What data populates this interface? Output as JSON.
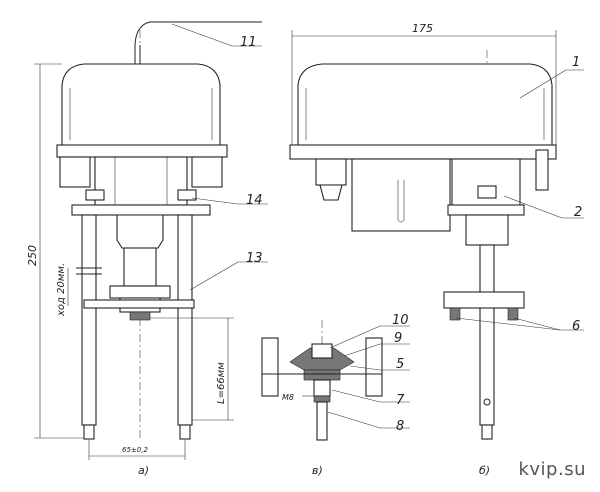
{
  "labels": {
    "part_1": "1",
    "part_2": "2",
    "part_5": "5",
    "part_6": "6",
    "part_7": "7",
    "part_8": "8",
    "part_9": "9",
    "part_10": "10",
    "part_11": "11",
    "part_13": "13",
    "part_14": "14"
  },
  "dimensions": {
    "total_height": "250",
    "width": "175",
    "stroke": "ход 20мм.",
    "length": "L=66мм",
    "spacing": "65±0,2",
    "thread": "M8"
  },
  "views": {
    "a": "а)",
    "b": "б)",
    "v": "в)"
  },
  "watermark": "kvip.su"
}
